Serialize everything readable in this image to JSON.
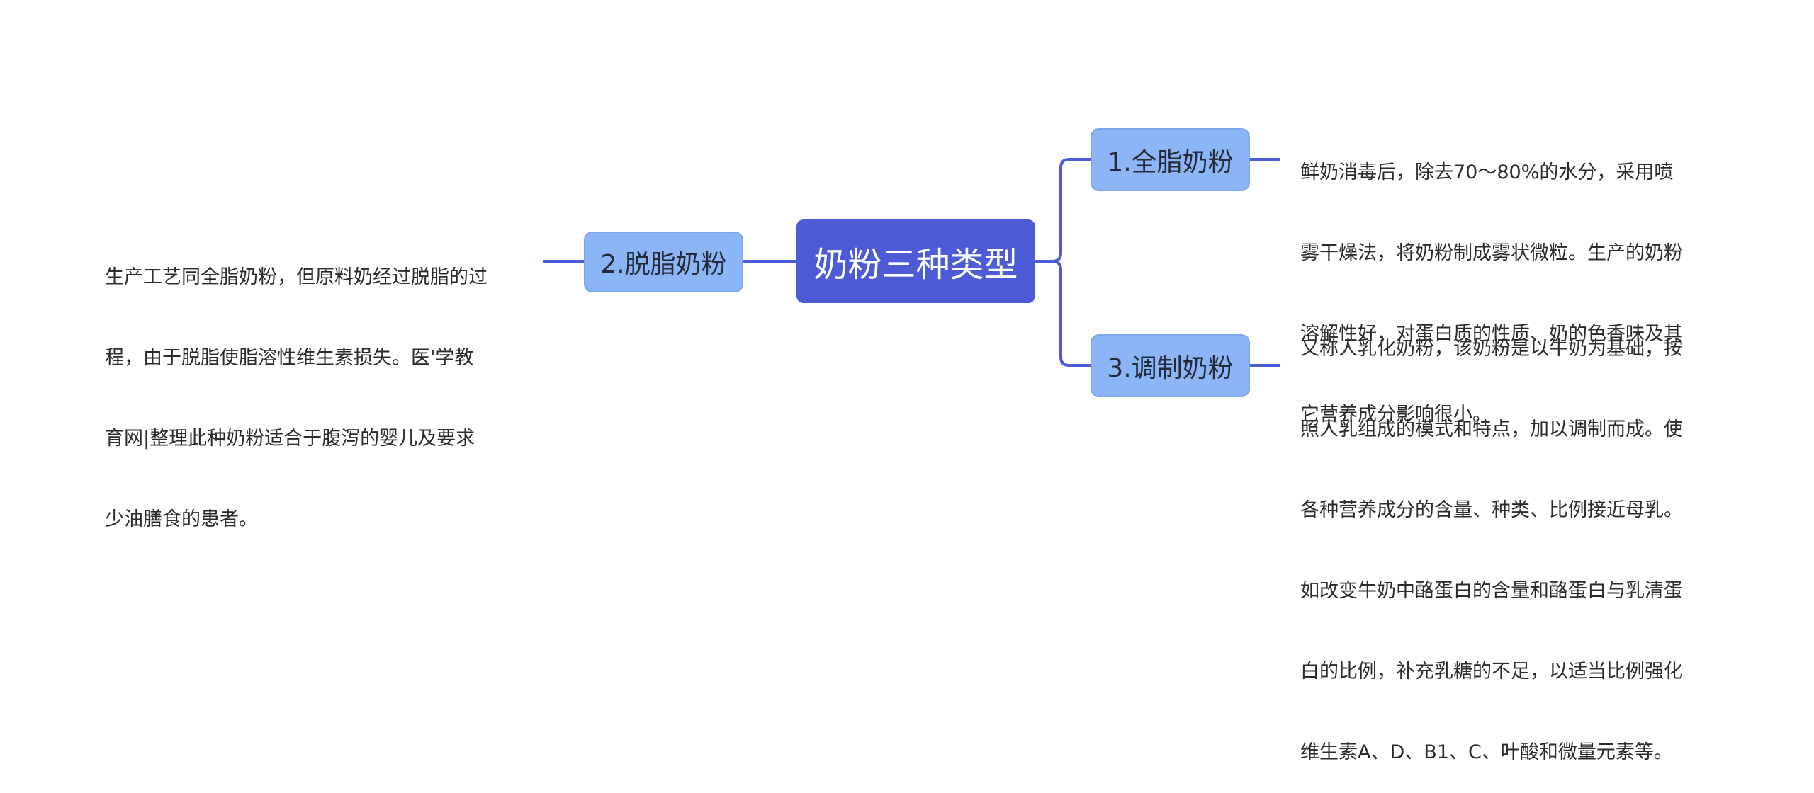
{
  "root": {
    "label": "奶粉三种类型"
  },
  "branches": [
    {
      "label": "1.全脂奶粉",
      "lines": [
        "鲜奶消毒后，除去70～80%的水分，采用喷",
        "雾干燥法，将奶粉制成雾状微粒。生产的奶粉",
        "溶解性好，对蛋白质的性质、奶的色香味及其",
        "它营养成分影响很小。"
      ]
    },
    {
      "label": "2.脱脂奶粉",
      "lines": [
        "生产工艺同全脂奶粉，但原料奶经过脱脂的过",
        "程，由于脱脂使脂溶性维生素损失。医'学教",
        "育网|整理此种奶粉适合于腹泻的婴儿及要求",
        "少油膳食的患者。"
      ]
    },
    {
      "label": "3.调制奶粉",
      "lines": [
        "又称人乳化奶粉，该奶粉是以牛奶为基础，按",
        "照人乳组成的模式和特点，加以调制而成。使",
        "各种营养成分的含量、种类、比例接近母乳。",
        "如改变牛奶中酪蛋白的含量和酪蛋白与乳清蛋",
        "白的比例，补充乳糖的不足，以适当比例强化",
        "维生素A、D、B1、C、叶酸和微量元素等。"
      ]
    }
  ],
  "colors": {
    "connector": "#4d5bd7",
    "root_fill": "#4d5bd7",
    "branch_fill": "#8cb5f6"
  }
}
